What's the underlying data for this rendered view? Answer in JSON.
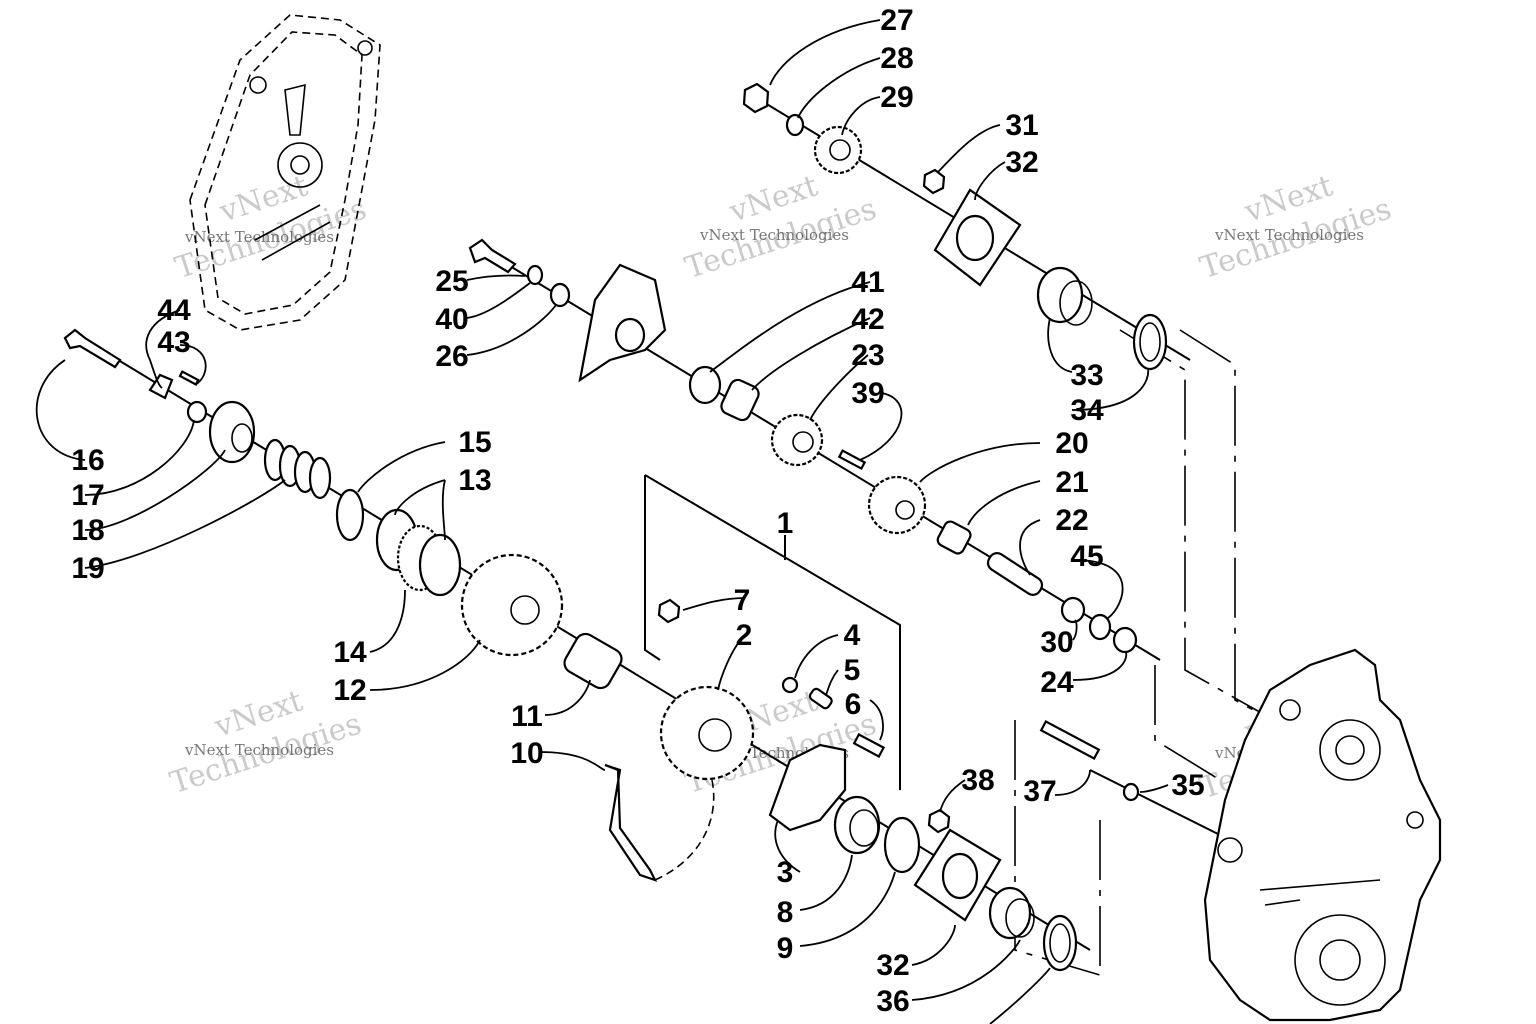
{
  "callouts": [
    "1",
    "2",
    "3",
    "4",
    "5",
    "6",
    "7",
    "8",
    "9",
    "10",
    "11",
    "12",
    "13",
    "14",
    "15",
    "16",
    "17",
    "18",
    "19",
    "20",
    "21",
    "22",
    "23",
    "24",
    "25",
    "26",
    "27",
    "28",
    "29",
    "30",
    "31",
    "32",
    "32",
    "33",
    "34",
    "35",
    "36",
    "37",
    "38",
    "39",
    "40",
    "41",
    "42",
    "43",
    "44",
    "45"
  ],
  "watermark": {
    "brand": "vNext",
    "sub": "Technologies",
    "line": "vNext Technologies"
  }
}
